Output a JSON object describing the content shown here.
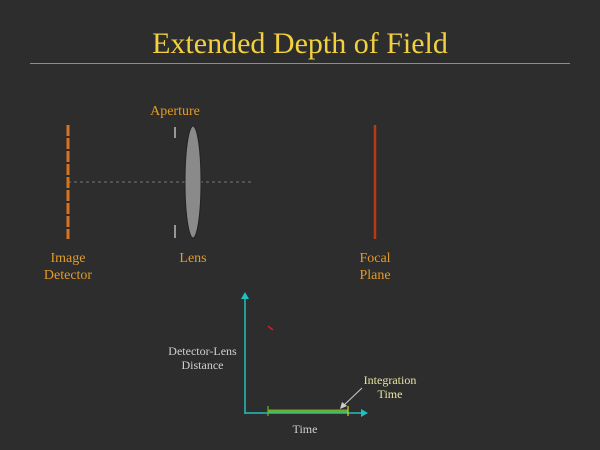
{
  "title": "Extended Depth of Field",
  "labels": {
    "aperture": "Aperture",
    "image_detector_line1": "Image",
    "image_detector_line2": "Detector",
    "lens": "Lens",
    "focal_line1": "Focal",
    "focal_line2": "Plane"
  },
  "plot": {
    "ylabel_line1": "Detector-Lens",
    "ylabel_line2": "Distance",
    "xlabel": "Time",
    "annotation_line1": "Integration",
    "annotation_line2": "Time"
  },
  "colors": {
    "title": "#f2d040",
    "label": "#e49a28",
    "detector": "#d8741c",
    "focal_plane": "#b83a10",
    "axis": "#20c0c0",
    "integration": "#6ab02a"
  }
}
